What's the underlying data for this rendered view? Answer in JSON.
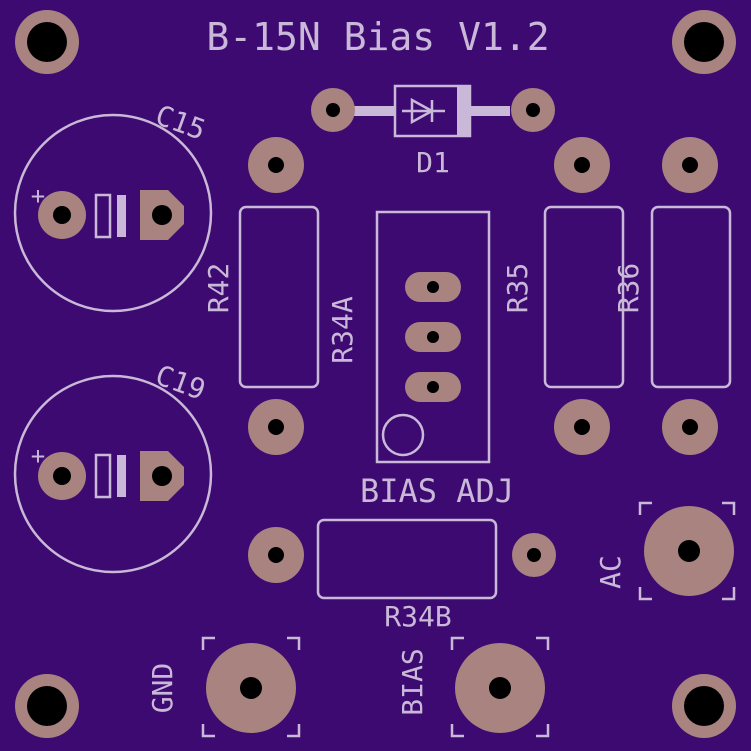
{
  "board": {
    "title": "B-15N Bias V1.2",
    "colors": {
      "soldermask": "#3c0a70",
      "silkscreen": "#c9b8d8",
      "copper": "#a8837f",
      "drill": "#000000"
    }
  },
  "components": {
    "c15": {
      "label": "C15",
      "plus": "+"
    },
    "c19": {
      "label": "C19",
      "plus": "+"
    },
    "d1": {
      "label": "D1"
    },
    "r42": {
      "label": "R42"
    },
    "r34a": {
      "label": "R34A"
    },
    "r35": {
      "label": "R35"
    },
    "r36": {
      "label": "R36"
    },
    "r34b": {
      "label": "R34B"
    }
  },
  "labels": {
    "bias_adj": "BIAS ADJ",
    "gnd": "GND",
    "bias": "BIAS",
    "ac": "AC"
  }
}
